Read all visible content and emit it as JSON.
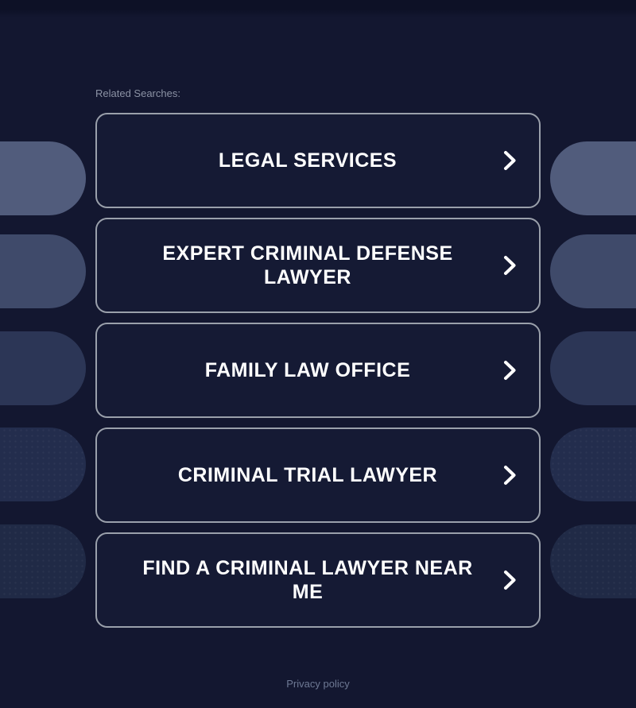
{
  "colors": {
    "page_bg": "#131730",
    "top_strip": "#0d1126",
    "button_bg": "#151a34",
    "button_border": "#9aa0ab",
    "button_text": "#ffffff",
    "related_text": "#8b92a4",
    "privacy_text": "#6e7994"
  },
  "header": {
    "related_label": "Related Searches:"
  },
  "related_searches": [
    {
      "label": "LEGAL SERVICES"
    },
    {
      "label": "EXPERT CRIMINAL DEFENSE LAWYER"
    },
    {
      "label": "FAMILY LAW OFFICE"
    },
    {
      "label": "CRIMINAL TRIAL LAWYER"
    },
    {
      "label": "FIND A CRIMINAL LAWYER NEAR ME"
    }
  ],
  "footer": {
    "privacy_label": "Privacy policy"
  },
  "decor": {
    "pill_rows": [
      {
        "color": "#515c7c",
        "textured": false
      },
      {
        "color": "#3f4a6a",
        "textured": false
      },
      {
        "color": "#2c3656",
        "textured": false
      },
      {
        "color": "#232d4d",
        "textured": true
      },
      {
        "color": "#202a46",
        "textured": true
      }
    ]
  }
}
